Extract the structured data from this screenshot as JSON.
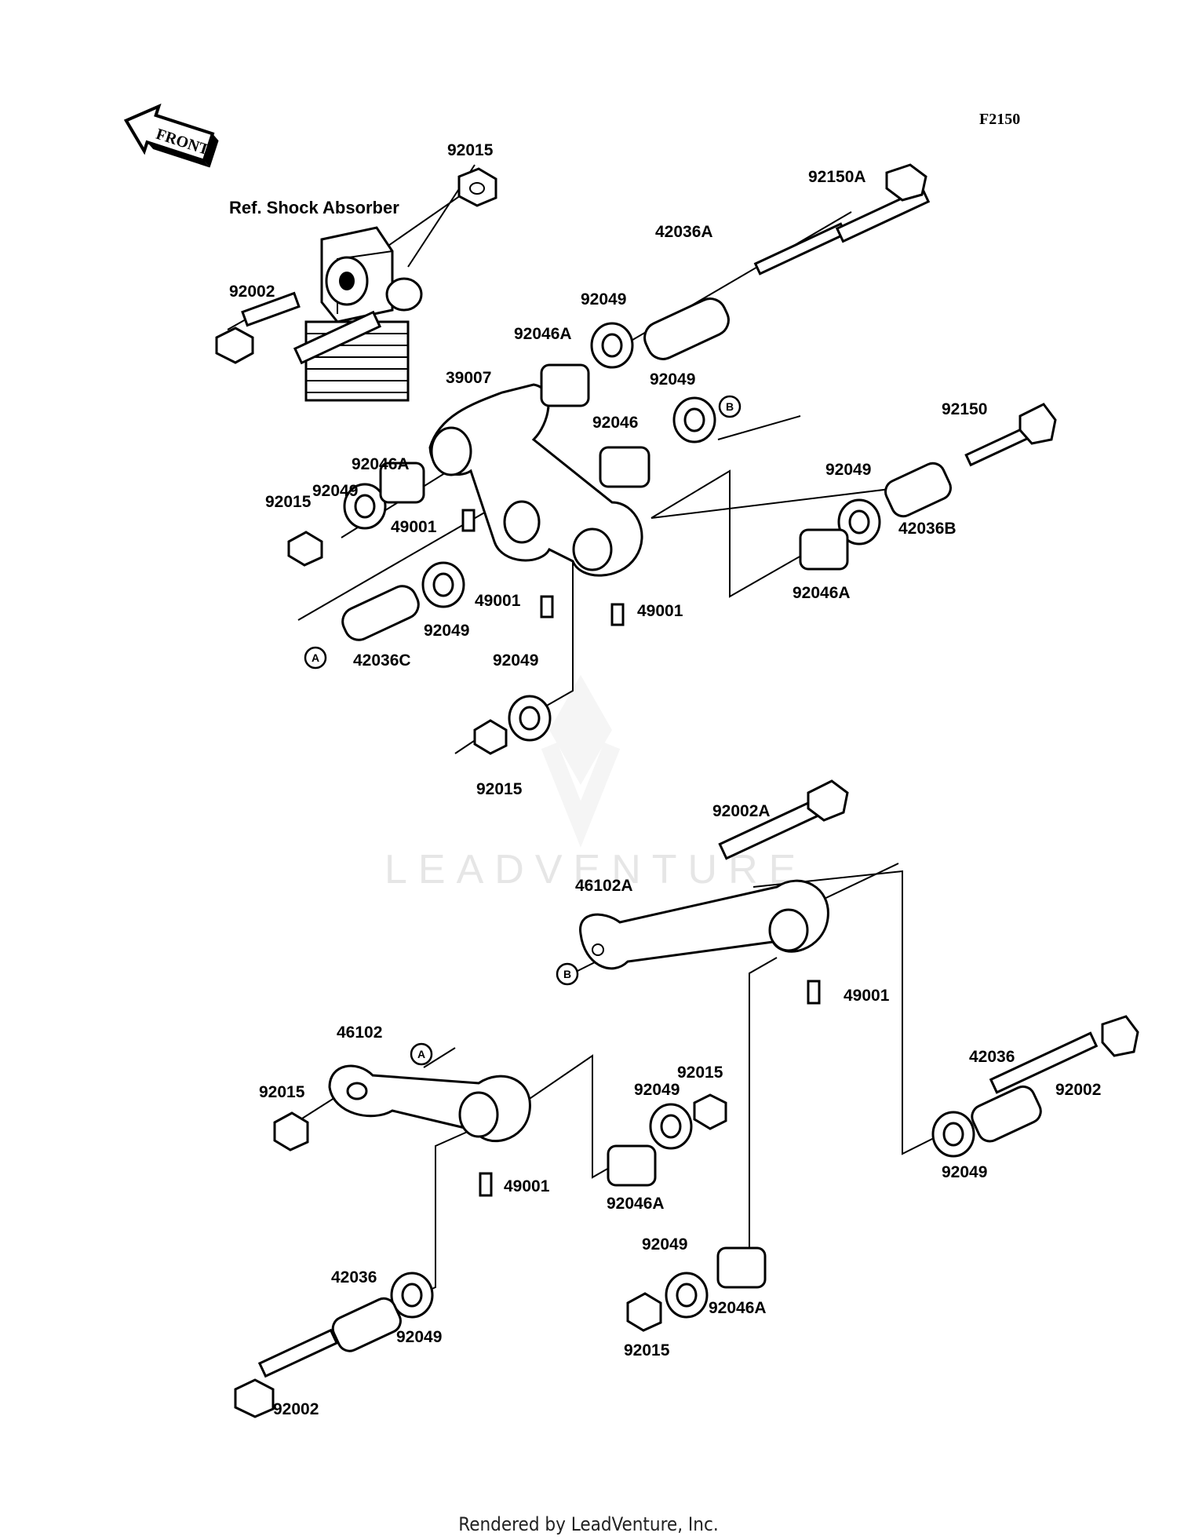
{
  "diagram_code": "F2150",
  "front_arrow_label": "FRONT",
  "ref_note": "Ref. Shock Absorber",
  "watermark": "LEADVENTURE",
  "footer": "Rendered by LeadVenture, Inc.",
  "callout_a": "A",
  "callout_b": "B",
  "parts": [
    "92015",
    "92002",
    "39007",
    "92046A",
    "92049",
    "92015",
    "49001",
    "49001",
    "92049",
    "42036C",
    "92049",
    "92015",
    "92049",
    "92046A",
    "42036A",
    "92150A",
    "92049",
    "92046",
    "92150",
    "92049",
    "42036B",
    "92046A",
    "49001",
    "92002A",
    "46102A",
    "49001",
    "46102",
    "92015",
    "49001",
    "92049",
    "92015",
    "92046A",
    "42036",
    "92002",
    "92049",
    "92049",
    "92046A",
    "92015",
    "42036",
    "92049",
    "92002"
  ]
}
